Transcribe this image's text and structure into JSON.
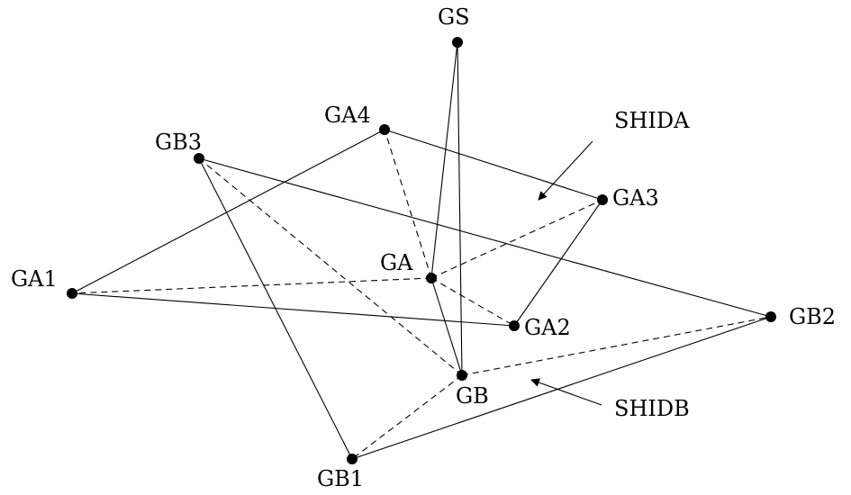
{
  "diagram": {
    "nodes": {
      "GS": "GS",
      "GA4": "GA4",
      "GB3": "GB3",
      "GA3": "GA3",
      "GA1": "GA1",
      "GA": "GA",
      "GA2": "GA2",
      "GB2": "GB2",
      "GB": "GB",
      "GB1": "GB1"
    },
    "annotations": {
      "shida": "SHIDA",
      "shidb": "SHIDB"
    },
    "edges_solid": [
      [
        "GA1",
        "GA4"
      ],
      [
        "GA4",
        "GA3"
      ],
      [
        "GA3",
        "GA2"
      ],
      [
        "GA2",
        "GA1"
      ],
      [
        "GB3",
        "GB2"
      ],
      [
        "GB2",
        "GB1"
      ],
      [
        "GB1",
        "GB3"
      ],
      [
        "GS",
        "GA"
      ],
      [
        "GS",
        "GB"
      ],
      [
        "GA",
        "GB"
      ]
    ],
    "edges_dashed": [
      [
        "GA",
        "GA1"
      ],
      [
        "GA",
        "GA2"
      ],
      [
        "GA",
        "GA3"
      ],
      [
        "GA",
        "GA4"
      ],
      [
        "GB",
        "GB1"
      ],
      [
        "GB",
        "GB2"
      ],
      [
        "GB",
        "GB3"
      ]
    ]
  }
}
